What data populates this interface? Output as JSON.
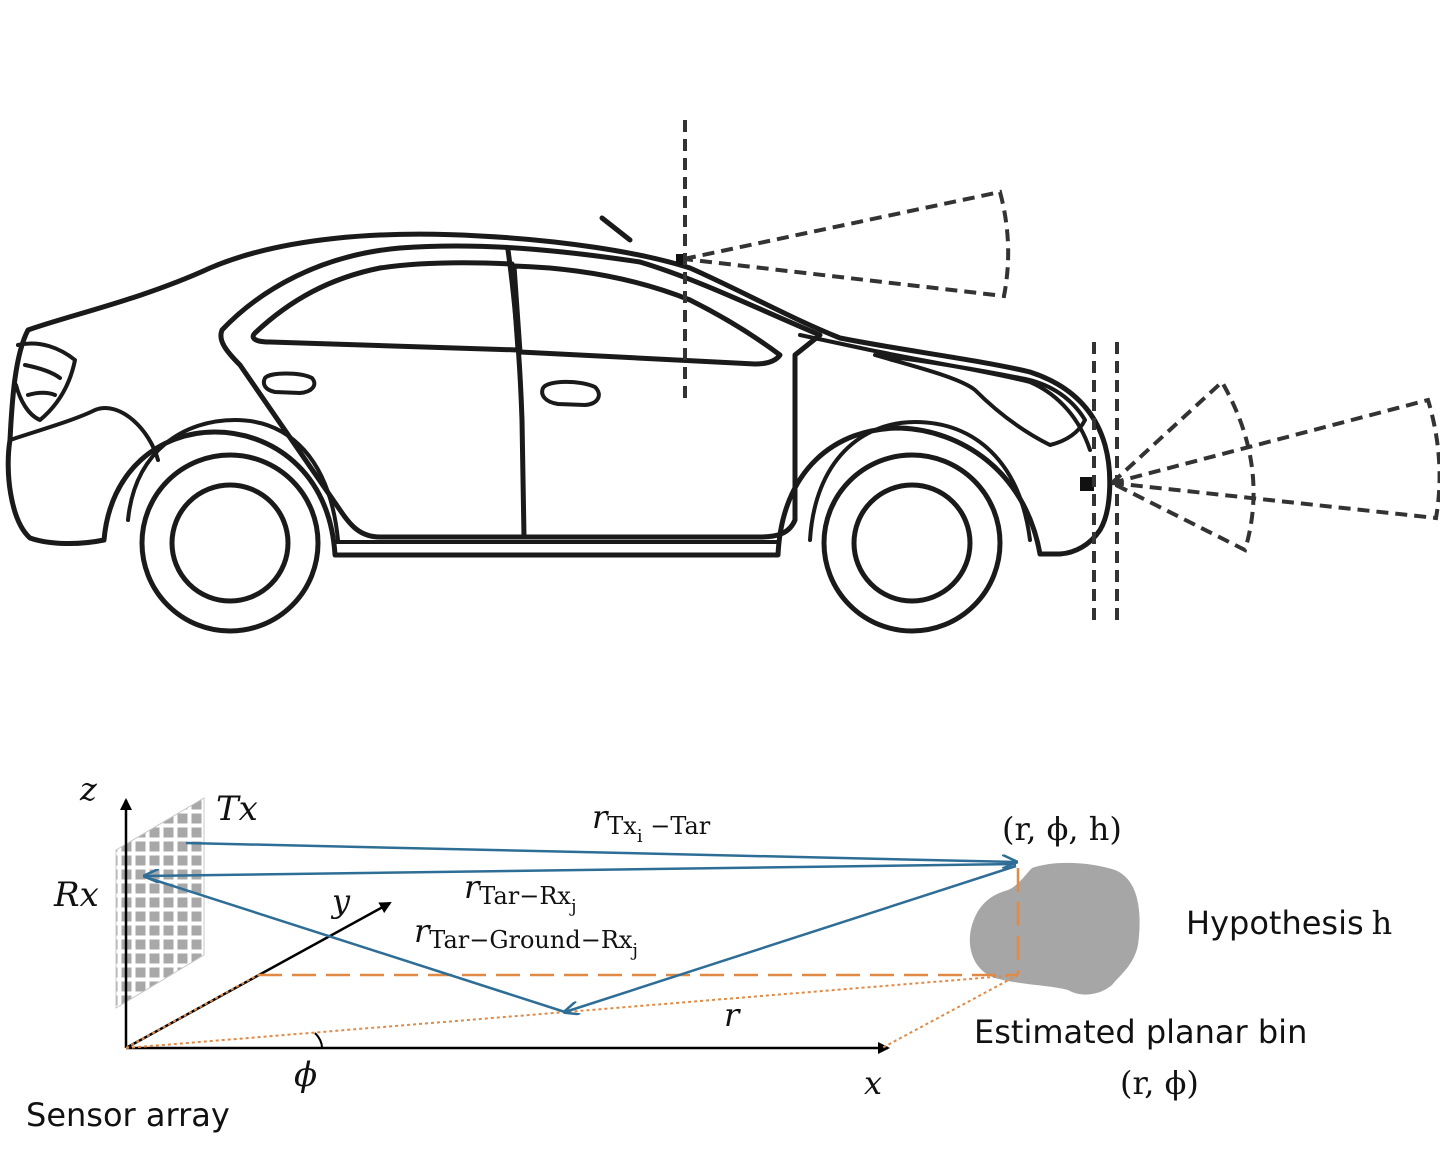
{
  "labels": {
    "z": "z",
    "y": "y",
    "x": "x",
    "tx": "Tx",
    "rx": "Rx",
    "phi": "ϕ",
    "r": "r",
    "r_tx_tar_main": "r",
    "r_tx_tar_sub": "Tx",
    "r_tx_tar_subsub": "i",
    "r_tx_tar_tail": " −Tar",
    "r_tar_rx_main": "r",
    "r_tar_rx_sub": "Tar−Rx",
    "r_tar_rx_subsub": "j",
    "r_ground_main": "r",
    "r_ground_sub": "Tar−Ground−Rx",
    "r_ground_subsub": "j",
    "target_coord": "(r, ϕ, h)",
    "hypothesis": "Hypothesis",
    "hypothesis_h": "h",
    "estimated_bin": "Estimated planar bin",
    "bin_coord": "(r, ϕ)",
    "sensor_array": "Sensor array"
  },
  "colors": {
    "ray": "#2e6e96",
    "projection": "#e08a45",
    "target_blob": "#a6a6a6",
    "array_cell": "#a8a8a8"
  },
  "icons": {
    "car": "sedan-side-view-icon",
    "sensor_array": "antenna-grid-icon",
    "target": "target-blob-icon"
  }
}
